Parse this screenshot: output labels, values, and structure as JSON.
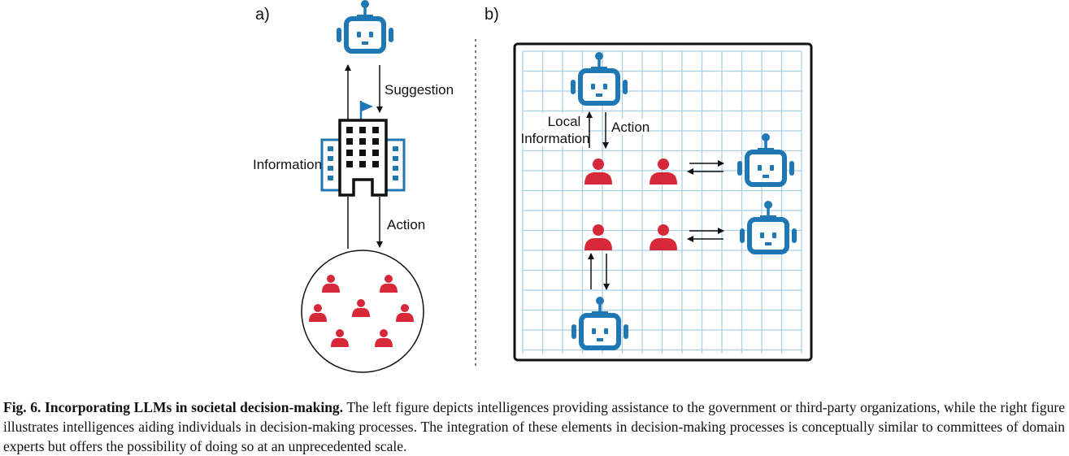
{
  "panels": {
    "a": "a)",
    "b": "b)"
  },
  "panel_a": {
    "suggestion_label": "Suggestion",
    "information_label": "Information",
    "action_label": "Action"
  },
  "panel_b": {
    "local_label_line1": "Local",
    "local_label_line2": "Information",
    "action_label": "Action"
  },
  "caption": {
    "label": "Fig. 6. Incorporating LLMs in societal decision-making.",
    "text": " The left figure depicts intelligences providing assistance to the government or third-party organizations, while the right figure illustrates intelligences aiding individuals in decision-making processes. The integration of these elements in decision-making processes is conceptually similar to committees of domain experts but offers the possibility of doing so at an unprecedented scale."
  },
  "colors": {
    "robot": "#1f78b4",
    "person": "#d62839",
    "grid": "#a9cfe6",
    "black": "#111111"
  },
  "icons": [
    "robot-icon",
    "person-icon",
    "building-icon",
    "flag-icon"
  ]
}
